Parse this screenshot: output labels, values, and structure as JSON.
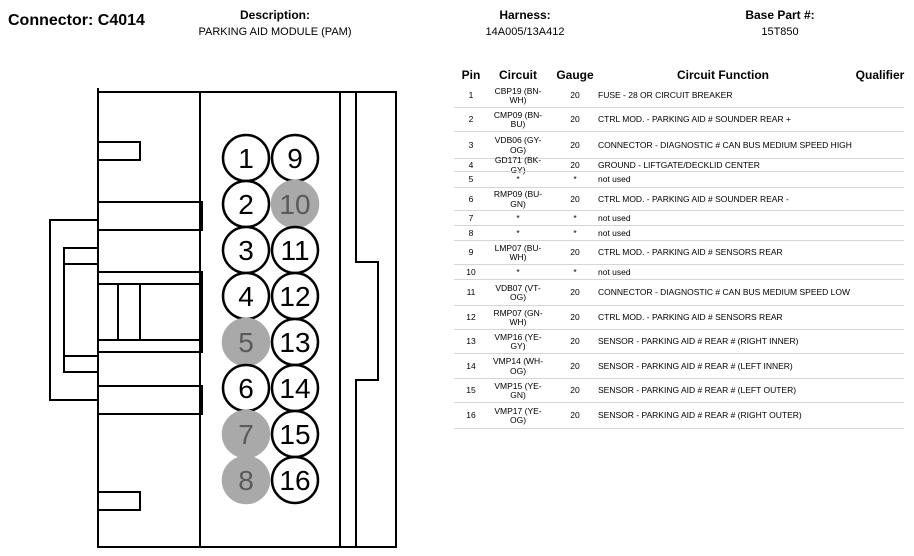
{
  "connector": {
    "title": "Connector: C4014"
  },
  "header": {
    "description_label": "Description:",
    "description_value": "PARKING AID MODULE (PAM)",
    "harness_label": "Harness:",
    "harness_value": "14A005/13A412",
    "base_part_label": "Base Part #:",
    "base_part_value": "15T850"
  },
  "table": {
    "headers": {
      "pin": "Pin",
      "circuit": "Circuit",
      "gauge": "Gauge",
      "function": "Circuit Function",
      "qualifier": "Qualifier"
    },
    "rows": [
      {
        "pin": "1",
        "circuit": "CBP19 (BN-WH)",
        "gauge": "20",
        "function": "FUSE - 28 OR CIRCUIT BREAKER",
        "qualifier": ""
      },
      {
        "pin": "2",
        "circuit": "CMP09 (BN-BU)",
        "gauge": "20",
        "function": "CTRL MOD. - PARKING AID # SOUNDER REAR +",
        "qualifier": ""
      },
      {
        "pin": "3",
        "circuit": "VDB06 (GY-OG)",
        "gauge": "20",
        "function": "CONNECTOR - DIAGNOSTIC # CAN BUS MEDIUM SPEED HIGH",
        "qualifier": ""
      },
      {
        "pin": "4",
        "circuit": "GD171 (BK-GY)",
        "gauge": "20",
        "function": "GROUND - LIFTGATE/DECKLID CENTER",
        "qualifier": ""
      },
      {
        "pin": "5",
        "circuit": "*",
        "gauge": "*",
        "function": "not used",
        "qualifier": ""
      },
      {
        "pin": "6",
        "circuit": "RMP09 (BU-GN)",
        "gauge": "20",
        "function": "CTRL MOD. - PARKING AID # SOUNDER REAR -",
        "qualifier": ""
      },
      {
        "pin": "7",
        "circuit": "*",
        "gauge": "*",
        "function": "not used",
        "qualifier": ""
      },
      {
        "pin": "8",
        "circuit": "*",
        "gauge": "*",
        "function": "not used",
        "qualifier": ""
      },
      {
        "pin": "9",
        "circuit": "LMP07 (BU-WH)",
        "gauge": "20",
        "function": "CTRL MOD. - PARKING AID # SENSORS REAR",
        "qualifier": ""
      },
      {
        "pin": "10",
        "circuit": "*",
        "gauge": "*",
        "function": "not used",
        "qualifier": ""
      },
      {
        "pin": "11",
        "circuit": "VDB07 (VT-OG)",
        "gauge": "20",
        "function": "CONNECTOR - DIAGNOSTIC # CAN BUS MEDIUM SPEED LOW",
        "qualifier": ""
      },
      {
        "pin": "12",
        "circuit": "RMP07 (GN-WH)",
        "gauge": "20",
        "function": "CTRL MOD. - PARKING AID # SENSORS REAR",
        "qualifier": ""
      },
      {
        "pin": "13",
        "circuit": "VMP16 (YE-GY)",
        "gauge": "20",
        "function": "SENSOR - PARKING AID # REAR # (RIGHT INNER)",
        "qualifier": ""
      },
      {
        "pin": "14",
        "circuit": "VMP14 (WH-OG)",
        "gauge": "20",
        "function": "SENSOR - PARKING AID # REAR # (LEFT INNER)",
        "qualifier": ""
      },
      {
        "pin": "15",
        "circuit": "VMP15 (YE-GN)",
        "gauge": "20",
        "function": "SENSOR - PARKING AID # REAR # (LEFT OUTER)",
        "qualifier": ""
      },
      {
        "pin": "16",
        "circuit": "VMP17 (YE-OG)",
        "gauge": "20",
        "function": "SENSOR - PARKING AID # REAR # (RIGHT OUTER)",
        "qualifier": ""
      }
    ]
  },
  "diagram": {
    "pins_left": [
      "1",
      "2",
      "3",
      "4",
      "5",
      "6",
      "7",
      "8"
    ],
    "pins_right": [
      "9",
      "10",
      "11",
      "12",
      "13",
      "14",
      "15",
      "16"
    ],
    "unused_pins": [
      "5",
      "7",
      "8",
      "10"
    ],
    "unused_fill": "#a9a9a9",
    "unused_text": "#5a5a5a",
    "used_fill": "#ffffff"
  }
}
